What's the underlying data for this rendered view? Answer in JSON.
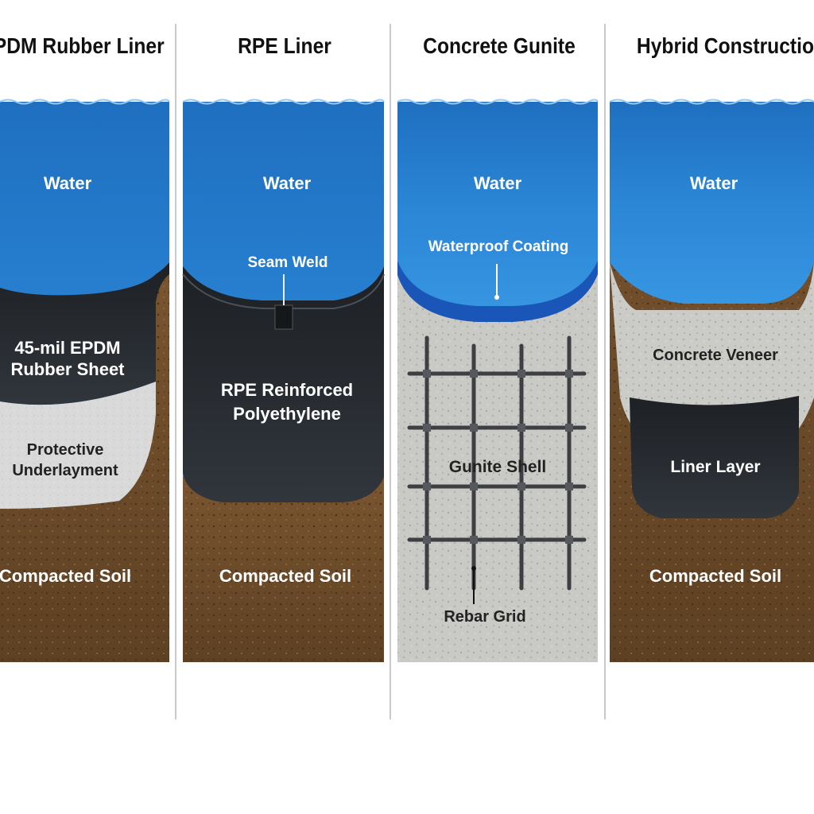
{
  "columns": [
    {
      "title": "EPDM Rubber Liner",
      "labels": {
        "water": "Water",
        "liner_line1": "45-mil EPDM",
        "liner_line2": "Rubber Sheet",
        "underlay_line1": "Protective",
        "underlay_line2": "Underlayment",
        "soil": "Compacted Soil"
      }
    },
    {
      "title": "RPE Liner",
      "labels": {
        "water": "Water",
        "seam": "Seam Weld",
        "liner_line1": "RPE Reinforced",
        "liner_line2": "Polyethylene",
        "soil": "Compacted Soil"
      }
    },
    {
      "title": "Concrete Gunite",
      "labels": {
        "water": "Water",
        "coating": "Waterproof Coating",
        "shell": "Gunite Shell",
        "rebar": "Rebar Grid"
      }
    },
    {
      "title": "Hybrid Construction",
      "labels": {
        "water": "Water",
        "veneer": "Concrete Veneer",
        "liner": "Liner Layer",
        "soil": "Compacted Soil"
      }
    }
  ],
  "colors": {
    "water_top": "#1f6fc0",
    "water_bottom": "#2f8fe0",
    "soil": "#6b4a2a",
    "liner_dark": "#262a2f",
    "underlay": "#d9d9d9",
    "concrete": "#c8c8c4",
    "coating": "#1a55b8"
  }
}
